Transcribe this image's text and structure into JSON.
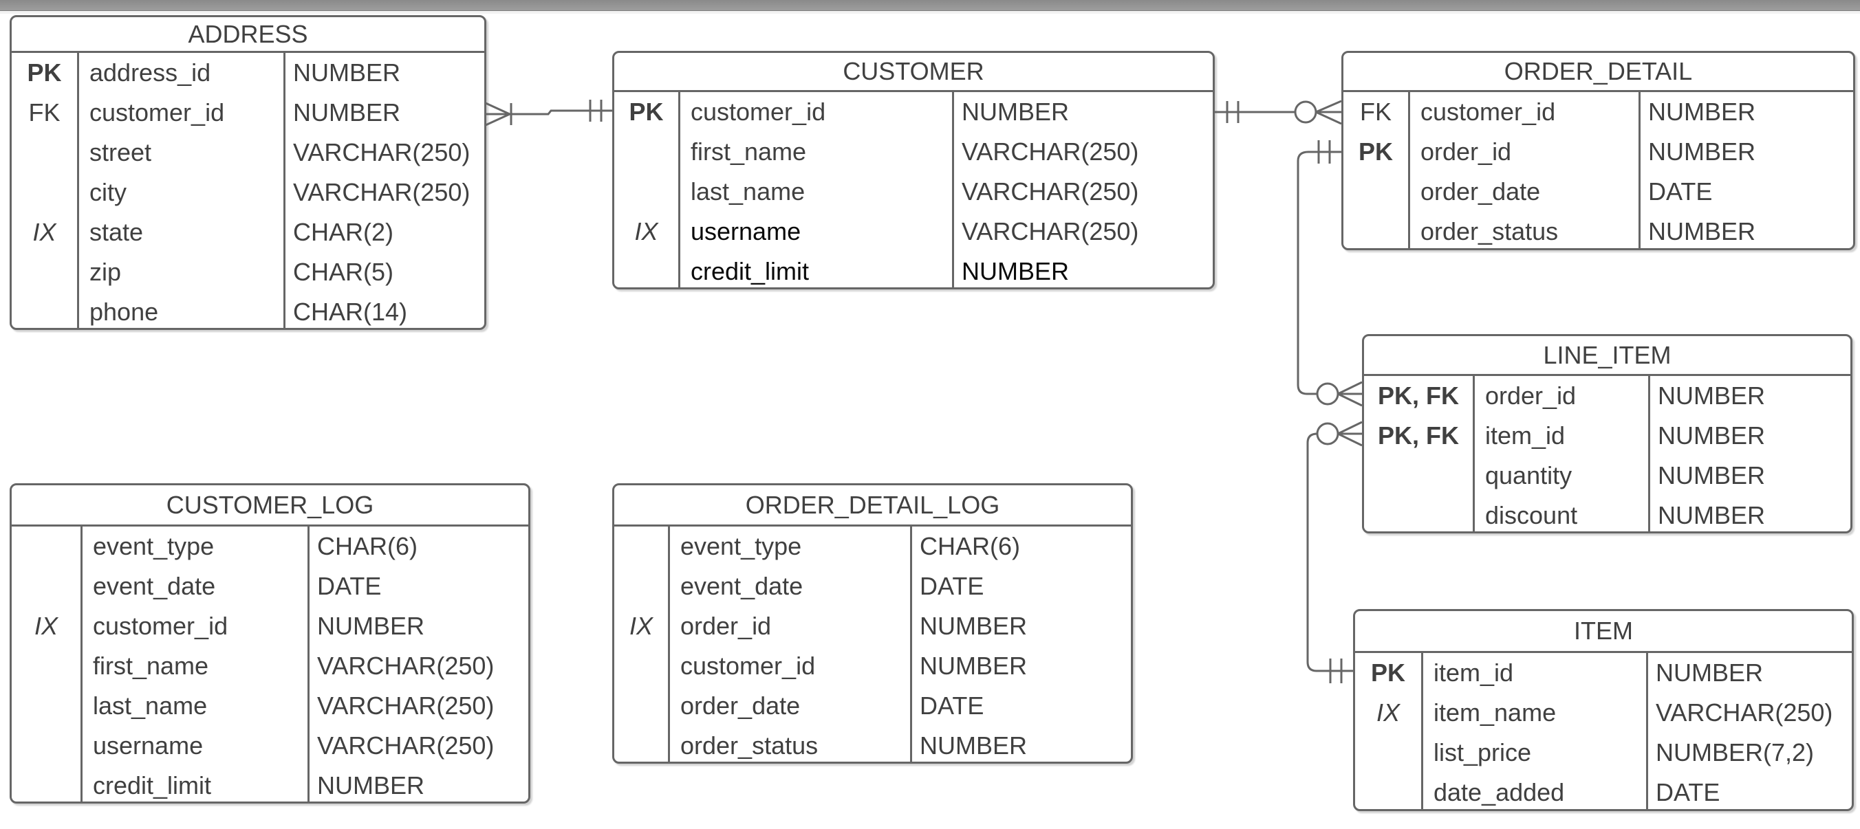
{
  "canvas": {
    "background": "#ffffff",
    "top_bar_color": "#909090",
    "line_color": "#666666",
    "text_color": "#404040",
    "emphasis_text_color": "#000000"
  },
  "tables": [
    {
      "id": "address",
      "title": "ADDRESS",
      "rows": [
        {
          "key": "PK",
          "name": "address_id",
          "type": "NUMBER"
        },
        {
          "key": "FK",
          "name": "customer_id",
          "type": "NUMBER"
        },
        {
          "key": "",
          "name": "street",
          "type": "VARCHAR(250)"
        },
        {
          "key": "",
          "name": "city",
          "type": "VARCHAR(250)"
        },
        {
          "key": "IX",
          "name": "state",
          "type": "CHAR(2)"
        },
        {
          "key": "",
          "name": "zip",
          "type": "CHAR(5)"
        },
        {
          "key": "",
          "name": "phone",
          "type": "CHAR(14)"
        }
      ]
    },
    {
      "id": "customer",
      "title": "CUSTOMER",
      "rows": [
        {
          "key": "PK",
          "name": "customer_id",
          "type": "NUMBER"
        },
        {
          "key": "",
          "name": "first_name",
          "type": "VARCHAR(250)"
        },
        {
          "key": "",
          "name": "last_name",
          "type": "VARCHAR(250)"
        },
        {
          "key": "IX",
          "name": "username",
          "type": "VARCHAR(250)",
          "name_black": true
        },
        {
          "key": "",
          "name": "credit_limit",
          "type": "NUMBER",
          "name_black": true,
          "type_black": true
        }
      ]
    },
    {
      "id": "order_detail",
      "title": "ORDER_DETAIL",
      "rows": [
        {
          "key": "FK",
          "name": "customer_id",
          "type": "NUMBER"
        },
        {
          "key": "PK",
          "name": "order_id",
          "type": "NUMBER"
        },
        {
          "key": "",
          "name": "order_date",
          "type": "DATE"
        },
        {
          "key": "",
          "name": "order_status",
          "type": "NUMBER"
        }
      ]
    },
    {
      "id": "line_item",
      "title": "LINE_ITEM",
      "rows": [
        {
          "key": "PK, FK",
          "name": "order_id",
          "type": "NUMBER"
        },
        {
          "key": "PK, FK",
          "name": "item_id",
          "type": "NUMBER"
        },
        {
          "key": "",
          "name": "quantity",
          "type": "NUMBER"
        },
        {
          "key": "",
          "name": "discount",
          "type": "NUMBER"
        }
      ]
    },
    {
      "id": "item",
      "title": "ITEM",
      "rows": [
        {
          "key": "PK",
          "name": "item_id",
          "type": "NUMBER"
        },
        {
          "key": "IX",
          "name": "item_name",
          "type": "VARCHAR(250)"
        },
        {
          "key": "",
          "name": "list_price",
          "type": "NUMBER(7,2)"
        },
        {
          "key": "",
          "name": "date_added",
          "type": "DATE"
        }
      ]
    },
    {
      "id": "customer_log",
      "title": "CUSTOMER_LOG",
      "rows": [
        {
          "key": "",
          "name": "event_type",
          "type": "CHAR(6)"
        },
        {
          "key": "",
          "name": "event_date",
          "type": "DATE"
        },
        {
          "key": "IX",
          "name": "customer_id",
          "type": "NUMBER"
        },
        {
          "key": "",
          "name": "first_name",
          "type": "VARCHAR(250)"
        },
        {
          "key": "",
          "name": "last_name",
          "type": "VARCHAR(250)"
        },
        {
          "key": "",
          "name": "username",
          "type": "VARCHAR(250)"
        },
        {
          "key": "",
          "name": "credit_limit",
          "type": "NUMBER"
        }
      ]
    },
    {
      "id": "order_detail_log",
      "title": "ORDER_DETAIL_LOG",
      "rows": [
        {
          "key": "",
          "name": "event_type",
          "type": "CHAR(6)"
        },
        {
          "key": "",
          "name": "event_date",
          "type": "DATE"
        },
        {
          "key": "IX",
          "name": "order_id",
          "type": "NUMBER"
        },
        {
          "key": "",
          "name": "customer_id",
          "type": "NUMBER"
        },
        {
          "key": "",
          "name": "order_date",
          "type": "DATE"
        },
        {
          "key": "",
          "name": "order_status",
          "type": "NUMBER"
        }
      ]
    }
  ],
  "relationships": [
    {
      "from_table": "ADDRESS",
      "from_column": "customer_id",
      "from_cardinality": "one-or-many",
      "to_table": "CUSTOMER",
      "to_column": "customer_id",
      "to_cardinality": "exactly-one"
    },
    {
      "from_table": "ORDER_DETAIL",
      "from_column": "customer_id",
      "from_cardinality": "zero-or-many",
      "to_table": "CUSTOMER",
      "to_column": "customer_id",
      "to_cardinality": "exactly-one"
    },
    {
      "from_table": "LINE_ITEM",
      "from_column": "order_id",
      "from_cardinality": "zero-or-many",
      "to_table": "ORDER_DETAIL",
      "to_column": "order_id",
      "to_cardinality": "exactly-one"
    },
    {
      "from_table": "LINE_ITEM",
      "from_column": "item_id",
      "from_cardinality": "zero-or-many",
      "to_table": "ITEM",
      "to_column": "item_id",
      "to_cardinality": "exactly-one"
    }
  ]
}
